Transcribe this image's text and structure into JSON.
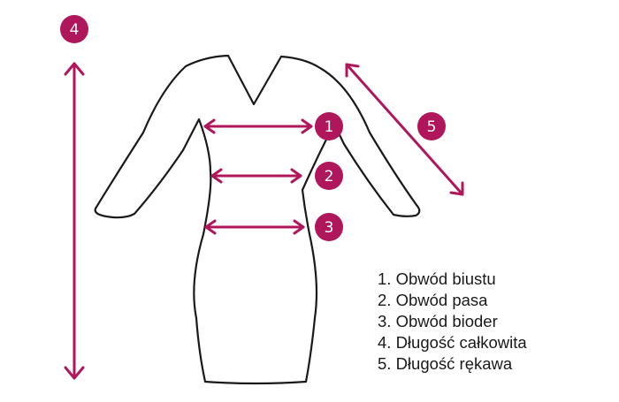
{
  "colors": {
    "accent": "#b0165b",
    "outline": "#1a1a1a"
  },
  "markers": {
    "bust": "1",
    "waist": "2",
    "hips": "3",
    "total_length": "4",
    "sleeve_length": "5"
  },
  "legend": [
    "1. Obwód biustu",
    "2. Obwód pasa",
    "3. Obwód bioder",
    "4. Długość całkowita",
    "5. Długość rękawa"
  ]
}
